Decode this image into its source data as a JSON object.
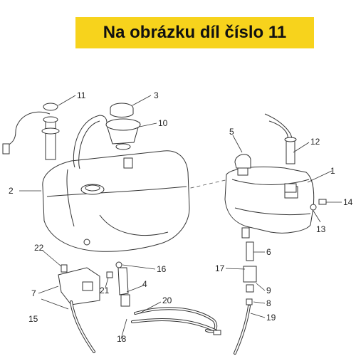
{
  "banner": {
    "text": "Na obrázku díl číslo 11",
    "color": "#f7d31c"
  },
  "callouts": {
    "c1": "1",
    "c2": "2",
    "c3": "3",
    "c4": "4",
    "c5": "5",
    "c6": "6",
    "c7": "7",
    "c8": "8",
    "c9": "9",
    "c10": "10",
    "c11": "11",
    "c12": "12",
    "c13": "13",
    "c14": "14",
    "c15": "15",
    "c16": "16",
    "c17": "17",
    "c18": "18",
    "c19": "19",
    "c20": "20",
    "c21": "21",
    "c22": "22"
  }
}
